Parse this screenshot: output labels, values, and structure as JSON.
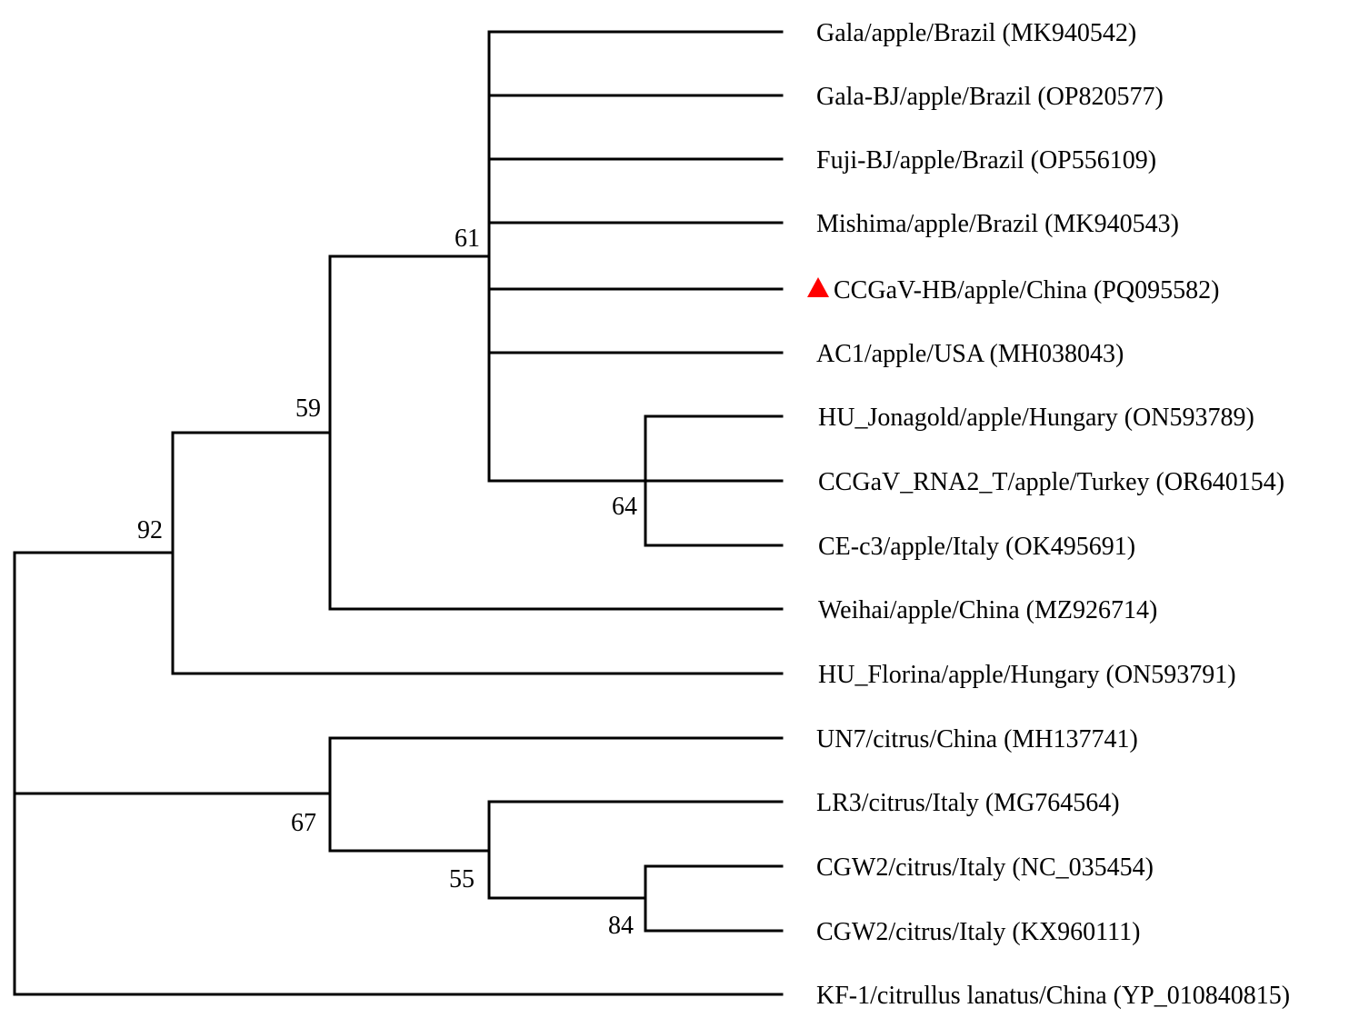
{
  "tree": {
    "highlight_color": "#ff0000",
    "highlight_marker": "triangle-icon",
    "leaves": [
      {
        "id": "L1",
        "label": "Gala/apple/Brazil (MK940542)"
      },
      {
        "id": "L2",
        "label": "Gala-BJ/apple/Brazil (OP820577)"
      },
      {
        "id": "L3",
        "label": "Fuji-BJ/apple/Brazil (OP556109)"
      },
      {
        "id": "L4",
        "label": "Mishima/apple/Brazil (MK940543)"
      },
      {
        "id": "L5",
        "label": "CCGaV-HB/apple/China (PQ095582)",
        "highlight": true
      },
      {
        "id": "L6",
        "label": "AC1/apple/USA (MH038043)"
      },
      {
        "id": "L7",
        "label": "HU_Jonagold/apple/Hungary (ON593789)"
      },
      {
        "id": "L8",
        "label": "CCGaV_RNA2_T/apple/Turkey (OR640154)"
      },
      {
        "id": "L9",
        "label": "CE-c3/apple/Italy (OK495691)"
      },
      {
        "id": "L10",
        "label": "Weihai/apple/China (MZ926714)"
      },
      {
        "id": "L11",
        "label": "HU_Florina/apple/Hungary (ON593791)"
      },
      {
        "id": "L12",
        "label": "UN7/citrus/China (MH137741)"
      },
      {
        "id": "L13",
        "label": "LR3/citrus/Italy (MG764564)"
      },
      {
        "id": "L14",
        "label": "CGW2/citrus/Italy (NC_035454)"
      },
      {
        "id": "L15",
        "label": "CGW2/citrus/Italy (KX960111)"
      },
      {
        "id": "L16",
        "label": "KF-1/citrullus lanatus/China (YP_010840815)"
      }
    ],
    "support_values": [
      {
        "node": "n64",
        "value": "64"
      },
      {
        "node": "n61",
        "value": "61"
      },
      {
        "node": "n59",
        "value": "59"
      },
      {
        "node": "n92",
        "value": "92"
      },
      {
        "node": "n84",
        "value": "84"
      },
      {
        "node": "n55",
        "value": "55"
      },
      {
        "node": "n67",
        "value": "67"
      }
    ]
  }
}
